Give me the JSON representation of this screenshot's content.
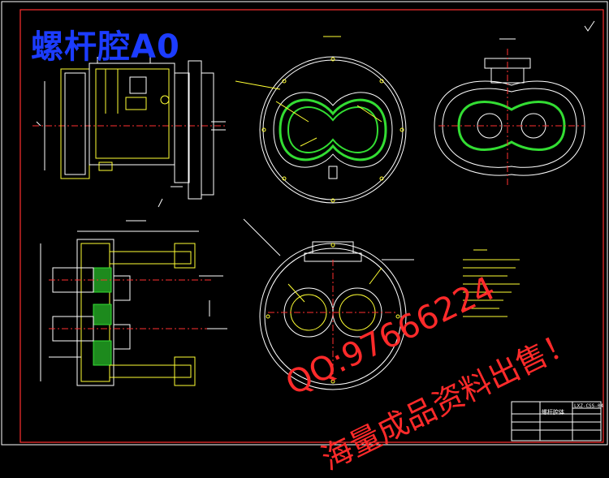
{
  "drawing": {
    "title": "螺杆腔A0",
    "title_color": "#1c3cff",
    "frame_color": "#ff3030",
    "line_white": "#ffffff",
    "line_yellow": "#ffff33",
    "line_green": "#33dd33",
    "line_red": "#ff3030"
  },
  "watermark": {
    "qq_line": "QQ:97666224",
    "sale_line": "海量成品资料出售！",
    "color": "#ff2a2a"
  },
  "title_block": {
    "part_name": "螺杆腔体",
    "drawing_code": "LXZ-CSS-04"
  }
}
